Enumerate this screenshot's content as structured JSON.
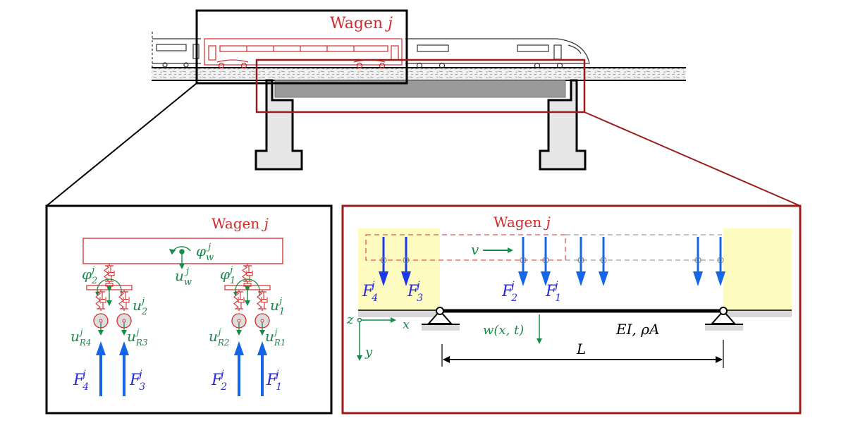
{
  "colors": {
    "red": "#d42a2a",
    "darkred": "#9b1c1c",
    "green": "#1a8a4a",
    "blue": "#1565e8",
    "label_blue": "#2a2ad8",
    "yellow": "#fdfbc0",
    "ground": "#d8d8d8",
    "deck": "#9a9a9a",
    "pier": "#e6e6e6"
  },
  "overview": {
    "title": "Wagen j",
    "title_main": "Wagen ",
    "title_var": "j"
  },
  "wagon_model": {
    "title_main": "Wagen ",
    "title_var": "j",
    "phi_w": {
      "base": "φ",
      "sub": "w",
      "sup": "j"
    },
    "u_w": {
      "base": "u",
      "sub": "w",
      "sup": "j"
    },
    "phi_2": {
      "base": "φ",
      "sub": "2",
      "sup": "j"
    },
    "phi_1": {
      "base": "φ",
      "sub": "1",
      "sup": "j"
    },
    "u_2": {
      "base": "u",
      "sub": "2",
      "sup": "j"
    },
    "u_1": {
      "base": "u",
      "sub": "1",
      "sup": "j"
    },
    "u_R4": {
      "base": "u",
      "sub": "R4",
      "sup": "j"
    },
    "u_R3": {
      "base": "u",
      "sub": "R3",
      "sup": "j"
    },
    "u_R2": {
      "base": "u",
      "sub": "R2",
      "sup": "j"
    },
    "u_R1": {
      "base": "u",
      "sub": "R1",
      "sup": "j"
    },
    "F_4": {
      "base": "F",
      "sub": "4",
      "sup": "j"
    },
    "F_3": {
      "base": "F",
      "sub": "3",
      "sup": "j"
    },
    "F_2": {
      "base": "F",
      "sub": "2",
      "sup": "j"
    },
    "F_1": {
      "base": "F",
      "sub": "1",
      "sup": "j"
    }
  },
  "beam_model": {
    "title_main": "Wagen ",
    "title_var": "j",
    "velocity": "v",
    "F_4": {
      "base": "F",
      "sub": "4",
      "sup": "j"
    },
    "F_3": {
      "base": "F",
      "sub": "3",
      "sup": "j"
    },
    "F_2": {
      "base": "F",
      "sub": "2",
      "sup": "j"
    },
    "F_1": {
      "base": "F",
      "sub": "1",
      "sup": "j"
    },
    "deflection": "w(x, t)",
    "stiffness": "EI, ρA",
    "span": "L",
    "axis_x": "x",
    "axis_y": "y",
    "axis_z": "z"
  }
}
